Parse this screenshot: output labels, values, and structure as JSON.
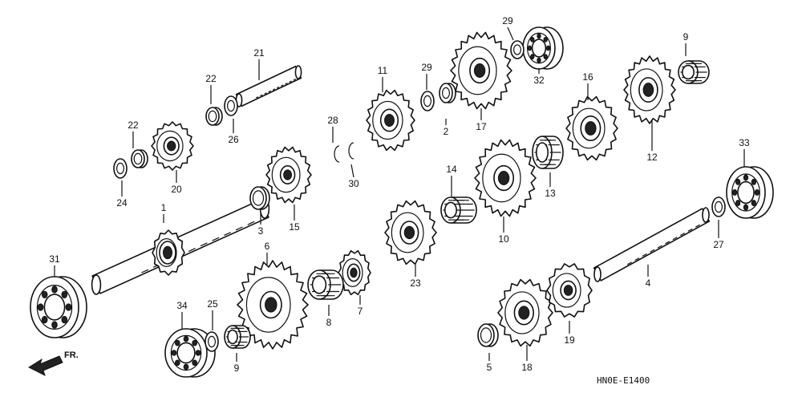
{
  "diagram_code": "HN0E-E1400",
  "direction_label": "FR.",
  "parts": [
    {
      "number": "1",
      "kind": "shaft"
    },
    {
      "number": "2",
      "kind": "washer"
    },
    {
      "number": "3",
      "kind": "collar"
    },
    {
      "number": "4",
      "kind": "shaft"
    },
    {
      "number": "5",
      "kind": "collar"
    },
    {
      "number": "6",
      "kind": "gear"
    },
    {
      "number": "7",
      "kind": "gear"
    },
    {
      "number": "8",
      "kind": "needle-bearing"
    },
    {
      "number": "9",
      "kind": "needle-bearing"
    },
    {
      "number": "9",
      "kind": "needle-bearing"
    },
    {
      "number": "10",
      "kind": "gear"
    },
    {
      "number": "11",
      "kind": "gear"
    },
    {
      "number": "12",
      "kind": "gear"
    },
    {
      "number": "13",
      "kind": "bushing"
    },
    {
      "number": "14",
      "kind": "bushing"
    },
    {
      "number": "15",
      "kind": "gear"
    },
    {
      "number": "16",
      "kind": "gear"
    },
    {
      "number": "17",
      "kind": "gear"
    },
    {
      "number": "18",
      "kind": "gear"
    },
    {
      "number": "19",
      "kind": "gear"
    },
    {
      "number": "20",
      "kind": "gear"
    },
    {
      "number": "21",
      "kind": "shaft"
    },
    {
      "number": "22",
      "kind": "washer"
    },
    {
      "number": "22",
      "kind": "washer"
    },
    {
      "number": "23",
      "kind": "gear"
    },
    {
      "number": "24",
      "kind": "washer"
    },
    {
      "number": "25",
      "kind": "washer"
    },
    {
      "number": "26",
      "kind": "washer"
    },
    {
      "number": "27",
      "kind": "washer"
    },
    {
      "number": "28",
      "kind": "circlip"
    },
    {
      "number": "29",
      "kind": "washer"
    },
    {
      "number": "29",
      "kind": "washer"
    },
    {
      "number": "30",
      "kind": "circlip"
    },
    {
      "number": "31",
      "kind": "ball-bearing"
    },
    {
      "number": "32",
      "kind": "ball-bearing"
    },
    {
      "number": "33",
      "kind": "ball-bearing"
    },
    {
      "number": "34",
      "kind": "ball-bearing"
    }
  ]
}
